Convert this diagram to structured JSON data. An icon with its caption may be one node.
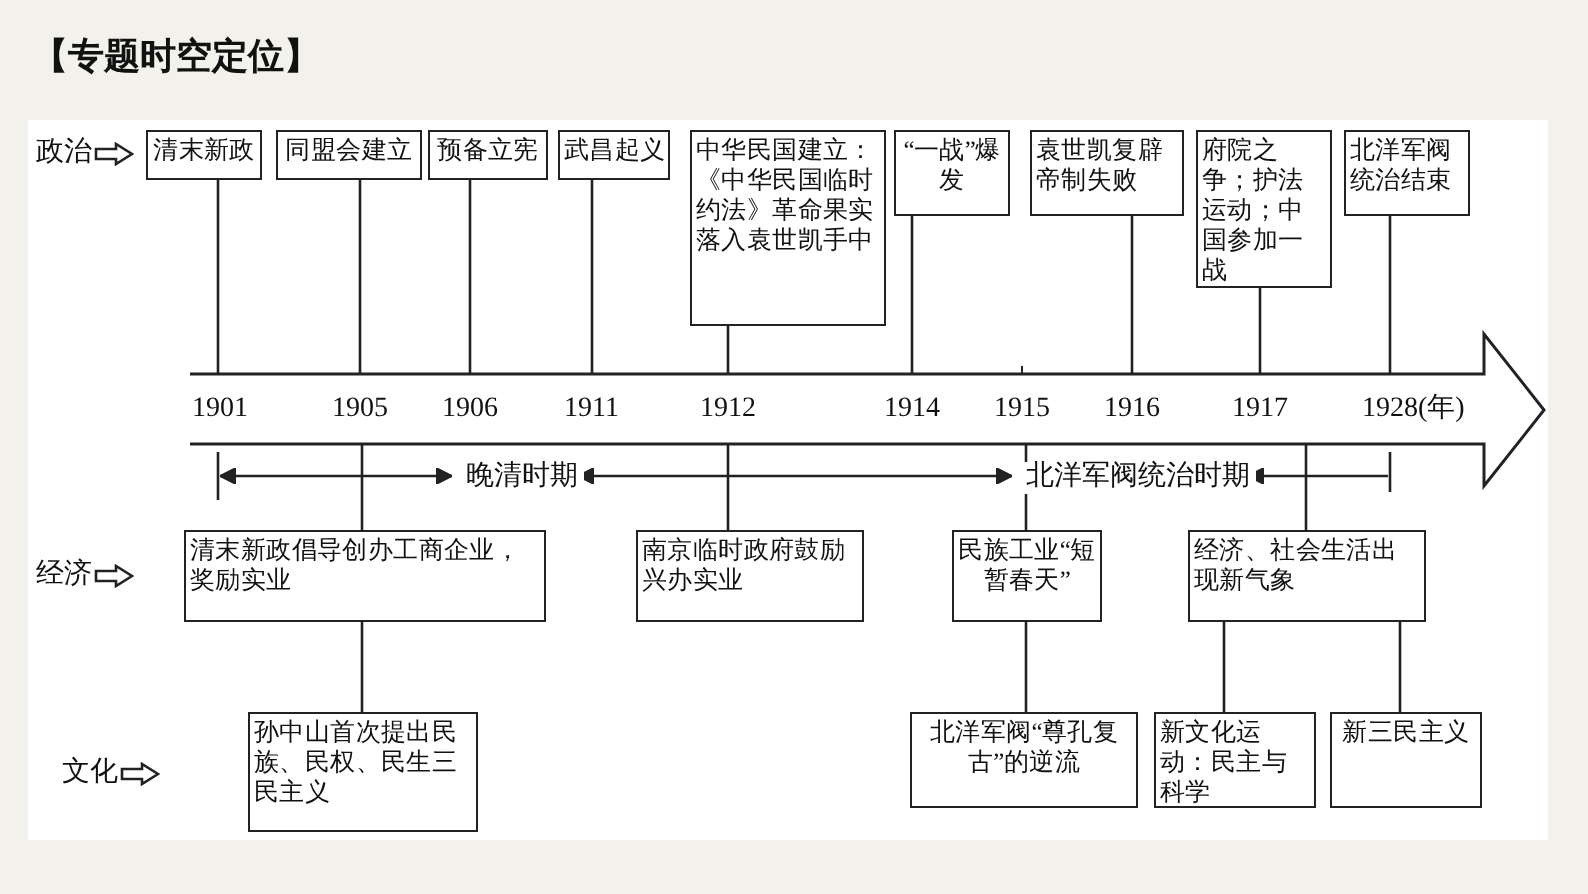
{
  "diagram": {
    "title": "【专题时空定位】",
    "nodes": [
      {
        "text": [
          "清末新政"
        ]
      },
      {
        "text": [
          "同盟会建立"
        ]
      },
      {
        "text": [
          "预备立宪"
        ]
      },
      {
        "text": [
          "武昌起义"
        ]
      },
      {
        "text": [
          "中华民国建立：《中华民国临时约法》革命果实落入袁世凯手中"
        ]
      },
      {
        "text": [
          "“一战”爆发"
        ]
      },
      {
        "text": [
          "袁世凯复辟帝制失败"
        ]
      },
      {
        "text": [
          "府院之争；护法运动；中国参加一战"
        ]
      },
      {
        "text": [
          "北洋军阀统治结束"
        ]
      },
      {
        "text": [],
        "shape": "arrow"
      },
      {
        "text": [
          "清末新政倡导创办工商企业，奖励实业"
        ]
      },
      {
        "text": [
          "南京临时政府鼓励兴办实业"
        ]
      },
      {
        "text": [
          "民族工业“短暂春天”"
        ]
      },
      {
        "text": [
          "经济、社会生活出现新气象"
        ]
      },
      {
        "text": [
          "孙中山首次提出民族、民权、民生三民主义"
        ]
      },
      {
        "text": [
          "北洋军阀“尊孔复古”的逆流"
        ]
      },
      {
        "text": [
          "新文化运动：民主与科学"
        ]
      },
      {
        "text": [
          "新三民主义"
        ]
      }
    ],
    "edges": [
      {
        "from": 0,
        "to": 9,
        "arrow": "none"
      },
      {
        "from": 1,
        "to": 9,
        "arrow": "none"
      },
      {
        "from": 2,
        "to": 9,
        "arrow": "none"
      },
      {
        "from": 3,
        "to": 9,
        "arrow": "none"
      },
      {
        "from": 4,
        "to": 9,
        "arrow": "none"
      },
      {
        "from": 5,
        "to": 9,
        "arrow": "none"
      },
      {
        "from": 6,
        "to": 9,
        "arrow": "none"
      },
      {
        "from": 7,
        "to": 9,
        "arrow": "none"
      },
      {
        "from": 8,
        "to": 9,
        "arrow": "none"
      },
      {
        "from": 9,
        "to": 10,
        "arrow": "none"
      },
      {
        "from": 9,
        "to": 11,
        "arrow": "none"
      },
      {
        "from": 9,
        "to": 12,
        "arrow": "none"
      },
      {
        "from": 9,
        "to": 13,
        "arrow": "none"
      },
      {
        "from": 10,
        "to": 14,
        "arrow": "none"
      },
      {
        "from": 12,
        "to": 15,
        "arrow": "none"
      },
      {
        "from": 13,
        "to": 16,
        "arrow": "none"
      },
      {
        "from": 13,
        "to": 17,
        "arrow": "none"
      }
    ],
    "labels": [
      "政治",
      "1901",
      "1905",
      "1906",
      "1911",
      "1912",
      "1914",
      "1915",
      "1916",
      "1917",
      "1928(年)",
      "晚清时期",
      "北洋军阀统治时期",
      "经济",
      "文化"
    ]
  }
}
